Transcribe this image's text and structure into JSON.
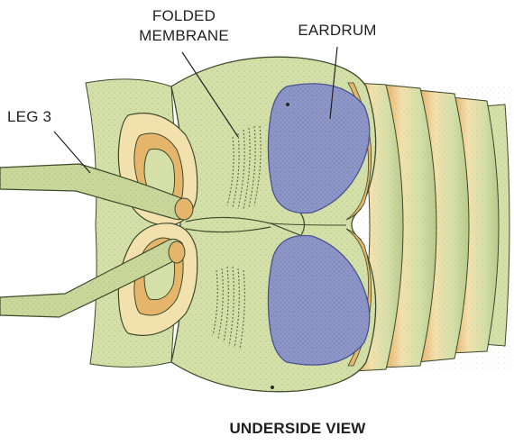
{
  "labels": {
    "folded_membrane_line1": "FOLDED",
    "folded_membrane_line2": "MEMBRANE",
    "eardrum": "EARDRUM",
    "leg3": "LEG 3",
    "view": "UNDERSIDE VIEW"
  },
  "colors": {
    "body_green": "#d4e0a8",
    "body_green_dark": "#b9c98a",
    "eardrum_blue": "#8e96c8",
    "eardrum_blue_dark": "#6f78b2",
    "segment_orange": "#e6b56c",
    "segment_cream": "#f3e1ad",
    "outline": "#3d4a2c",
    "leader_line": "#231f20"
  }
}
